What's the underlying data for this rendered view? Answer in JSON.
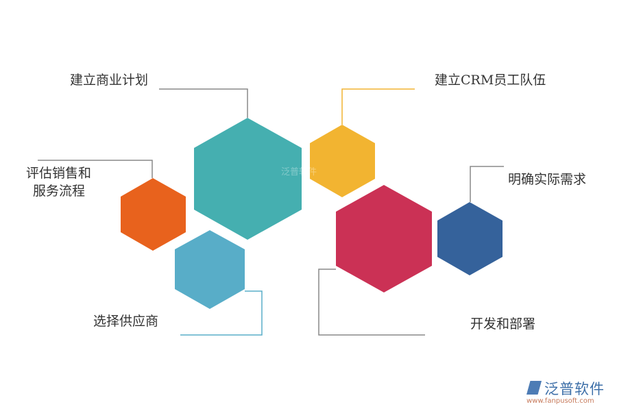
{
  "labels": {
    "plan": "建立商业计划",
    "team": "建立CRM员工队伍",
    "evaluate_line1": "评估销售和",
    "evaluate_line2": "服务流程",
    "needs": "明确实际需求",
    "vendor": "选择供应商",
    "deploy": "开发和部署"
  },
  "watermark": "泛普软件",
  "logo": {
    "name": "泛普软件",
    "url": "www.fanpusoft.com"
  },
  "colors": {
    "teal": "#45afb0",
    "yellow": "#f2b431",
    "orange": "#e8621d",
    "light_blue": "#58adc8",
    "red": "#cb3155",
    "navy": "#35629b",
    "line_gray": "#888888"
  }
}
